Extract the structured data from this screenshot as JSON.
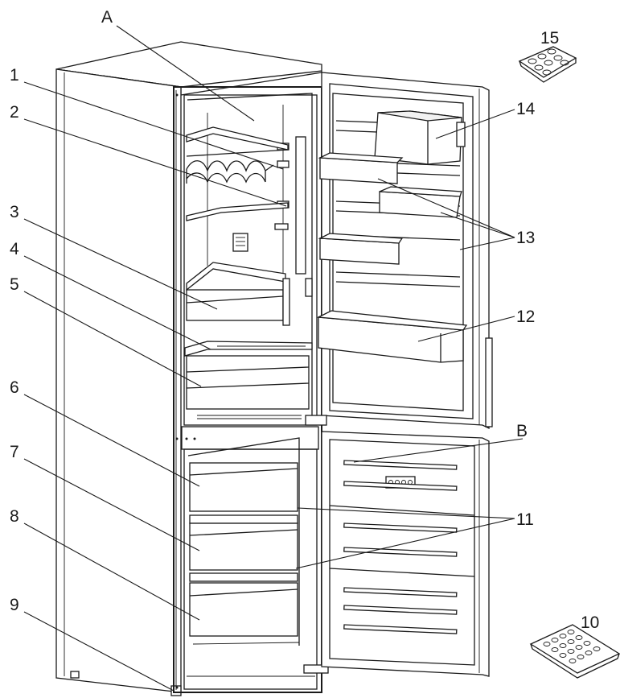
{
  "callouts": {
    "A": "A",
    "B": "B",
    "c1": "1",
    "c2": "2",
    "c3": "3",
    "c4": "4",
    "c5": "5",
    "c6": "6",
    "c7": "7",
    "c8": "8",
    "c9": "9",
    "c10": "10",
    "c11": "11",
    "c12": "12",
    "c13": "13",
    "c14": "14",
    "c15": "15"
  }
}
